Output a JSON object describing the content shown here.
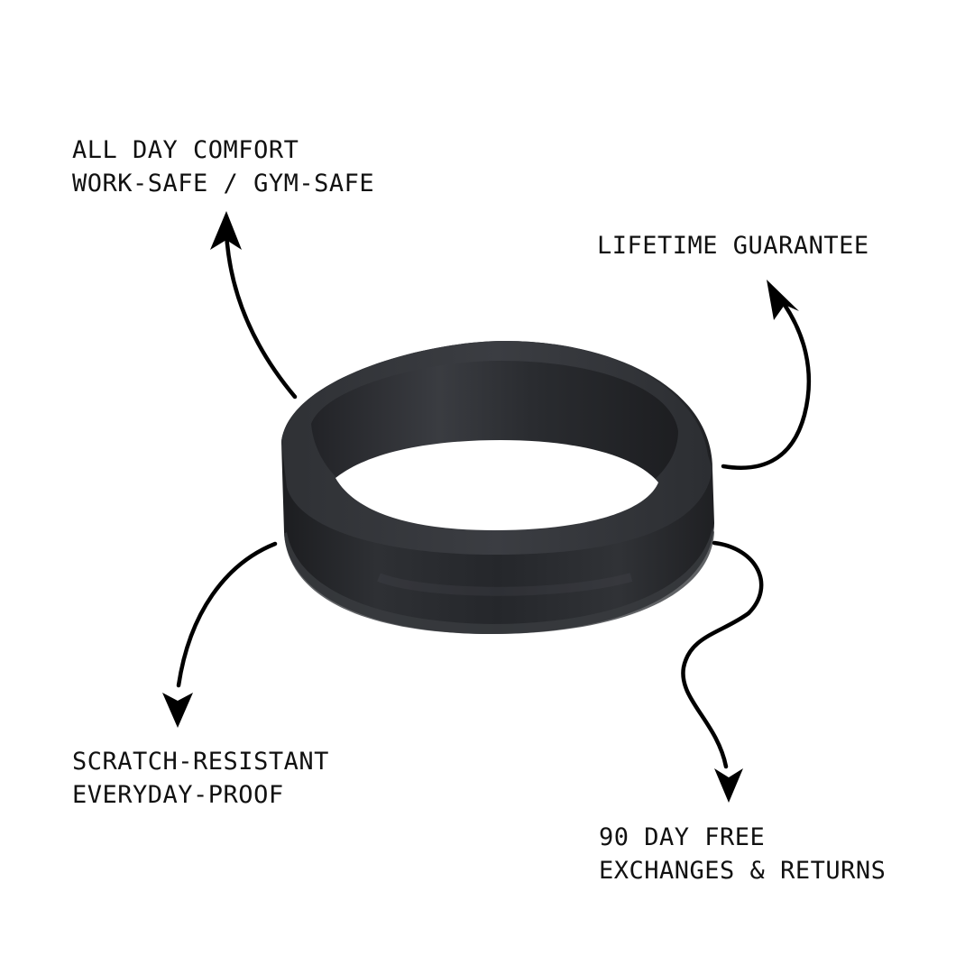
{
  "features": {
    "comfort": {
      "line1": "ALL DAY COMFORT",
      "line2": "WORK-SAFE / GYM-SAFE"
    },
    "guarantee": {
      "line1": "LIFETIME GUARANTEE"
    },
    "scratch": {
      "line1": "SCRATCH-RESISTANT",
      "line2": "EVERYDAY-PROOF"
    },
    "returns": {
      "line1": "90 DAY FREE",
      "line2": "EXCHANGES & RETURNS"
    }
  },
  "colors": {
    "background": "#ffffff",
    "text": "#111111",
    "ring": "#2b2d31",
    "arrow": "#000000"
  },
  "icons": {
    "product": "silicone-ring-image",
    "pointer": "hand-drawn-arrow-icon"
  }
}
